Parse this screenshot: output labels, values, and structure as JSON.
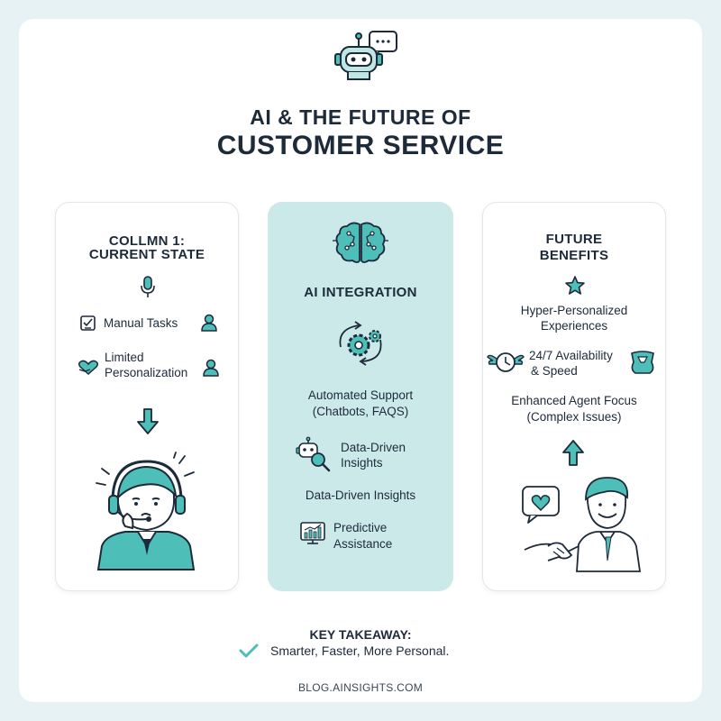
{
  "header": {
    "title_line1": "AI & THE FUTURE OF",
    "title_line2": "CUSTOMER SERVICE",
    "icon": "chatbot-robot-icon"
  },
  "left": {
    "heading_line1": "COLLMN 1:",
    "heading_line2": "CURRENT STATE",
    "items": [
      {
        "label": "Manual Tasks",
        "icon": "checklist-icon"
      },
      {
        "label_line1": "Limited",
        "label_line2": "Personalization",
        "icon": "heart-hand-icon"
      }
    ]
  },
  "middle": {
    "heading": "AI INTEGRATION",
    "items": [
      {
        "label_line1": "Automated Support",
        "label_line2": "(Chatbots, FAQS)"
      },
      {
        "label_line1": "Data-Driven",
        "label_line2": "Insights",
        "icon": "robot-magnifier-icon"
      },
      {
        "label": "Data-Driven Insights"
      },
      {
        "label_line1": "Predictive",
        "label_line2": "Assistance",
        "icon": "chart-monitor-icon"
      }
    ]
  },
  "right": {
    "heading_line1": "FUTURE",
    "heading_line2": "BENEFITS",
    "items": [
      {
        "label_line1": "Hyper-Personalized",
        "label_line2": "Experiences"
      },
      {
        "label_line1": "24/7 Availability",
        "label_line2": "& Speed"
      },
      {
        "label_line1": "Enhanced Agent Focus",
        "label_line2": "(Complex Issues)"
      }
    ]
  },
  "footer": {
    "heading": "KEY TAKEAWAY:",
    "text": "Smarter, Faster, More Personal.",
    "url": "BLOG.AINSIGHTS.COM"
  },
  "colors": {
    "accent": "#4dbfb8",
    "dark": "#1d2a3a",
    "middle_panel": "#cce9ea",
    "background": "#e6f2f4"
  }
}
